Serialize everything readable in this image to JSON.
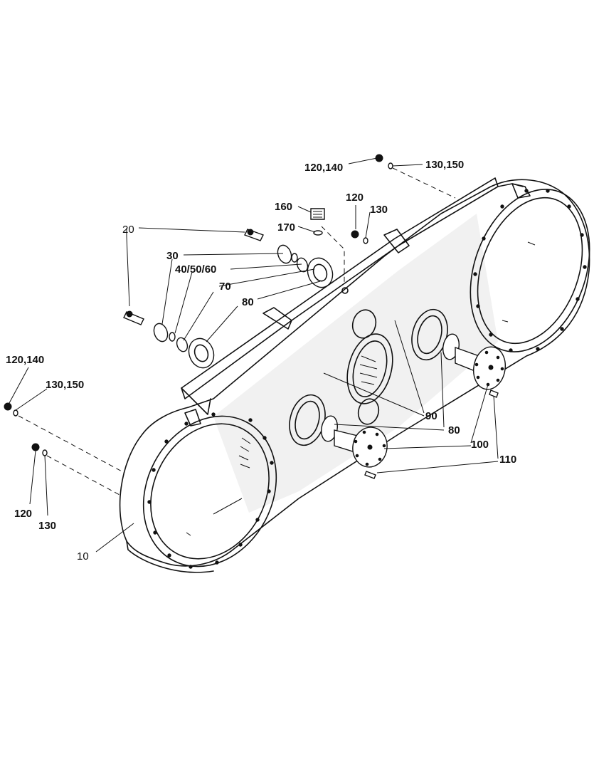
{
  "diagram": {
    "callouts": {
      "c10": "10",
      "c20": "20",
      "c30": "30",
      "c40_50_60": "40/50/60",
      "c70": "70",
      "c80_left": "80",
      "c80_right": "80",
      "c90": "90",
      "c100": "100",
      "c110": "110",
      "c120_top": "120",
      "c130_top": "130",
      "c120_140_top": "120,140",
      "c130_150_top": "130,150",
      "c120_140_left": "120,140",
      "c130_150_left": "130,150",
      "c120_left": "120",
      "c130_left": "130",
      "c160": "160",
      "c170": "170"
    }
  }
}
